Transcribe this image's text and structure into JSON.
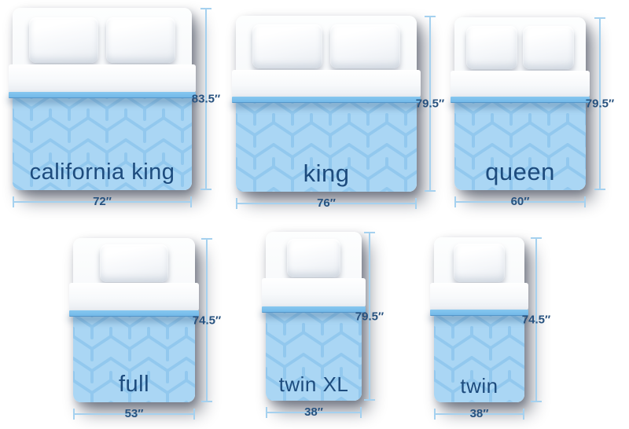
{
  "beds": [
    {
      "name": "california king",
      "height_label": "83.5″",
      "width_label": "72″",
      "pillows": 2
    },
    {
      "name": "king",
      "height_label": "79.5″",
      "width_label": "76″",
      "pillows": 2
    },
    {
      "name": "queen",
      "height_label": "79.5″",
      "width_label": "60″",
      "pillows": 2
    },
    {
      "name": "full",
      "height_label": "74.5″",
      "width_label": "53″",
      "pillows": 1
    },
    {
      "name": "twin XL",
      "height_label": "79.5″",
      "width_label": "38″",
      "pillows": 1
    },
    {
      "name": "twin",
      "height_label": "74.5″",
      "width_label": "38″",
      "pillows": 1
    }
  ],
  "colors": {
    "comforter": "#aad6f4",
    "comforter_pattern_line": "#92c8ee",
    "accent_strip": "#7cc1ed",
    "dimension_line": "#a5d1ef",
    "dimension_label_text": "#27527f",
    "bed_name_text": "#1d4b7d",
    "bed_body": "#f4f6f9",
    "background": "#ffffff"
  }
}
